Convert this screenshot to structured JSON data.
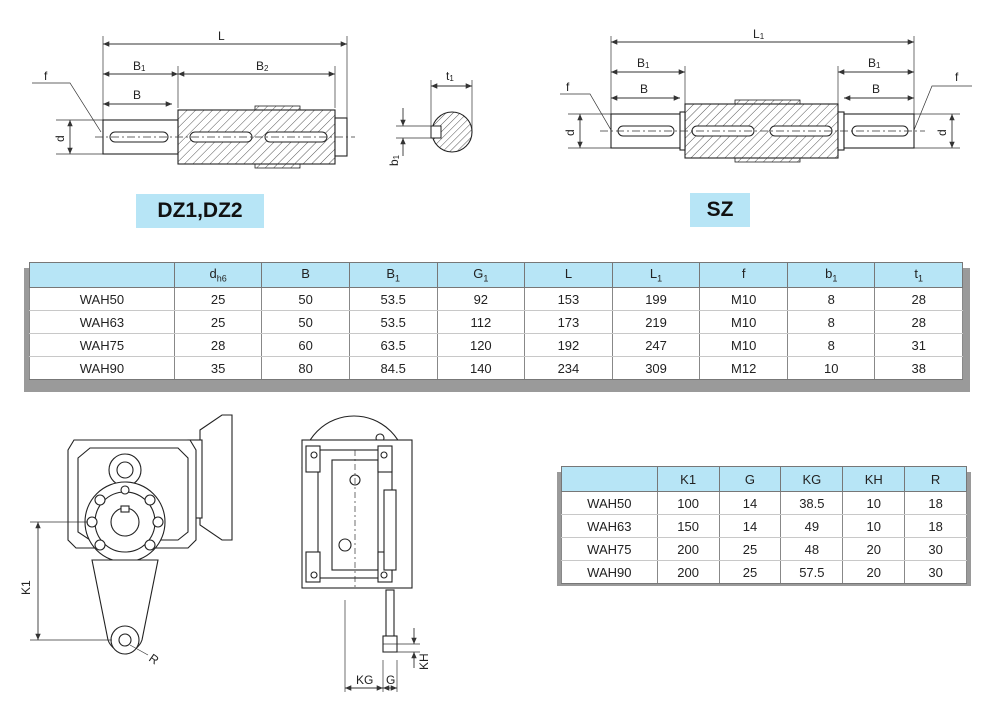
{
  "shaft_dims": {
    "L": "L",
    "L1": "L",
    "L1_sub": "1",
    "B": "B",
    "B1": "B",
    "B1_sub": "1",
    "B2": "B",
    "B2_sub": "2",
    "d": "d",
    "f": "f",
    "t1": "t",
    "t1_sub": "1",
    "b1": "b",
    "b1_sub": "1"
  },
  "labels": {
    "dz": "DZ1,DZ2",
    "sz": "SZ"
  },
  "colors": {
    "header_fill": "#b7e5f6",
    "hatch": "#555555",
    "shadow": "#9a9a9a"
  },
  "table1": {
    "headers": [
      {
        "t": "",
        "s": ""
      },
      {
        "t": "d",
        "s": "h6"
      },
      {
        "t": "B",
        "s": ""
      },
      {
        "t": "B",
        "s": "1"
      },
      {
        "t": "G",
        "s": "1"
      },
      {
        "t": "L",
        "s": ""
      },
      {
        "t": "L",
        "s": "1"
      },
      {
        "t": "f",
        "s": ""
      },
      {
        "t": "b",
        "s": "1"
      },
      {
        "t": "t",
        "s": "1"
      }
    ],
    "rows": [
      [
        "WAH50",
        "25",
        "50",
        "53.5",
        "92",
        "153",
        "199",
        "M10",
        "8",
        "28"
      ],
      [
        "WAH63",
        "25",
        "50",
        "53.5",
        "112",
        "173",
        "219",
        "M10",
        "8",
        "28"
      ],
      [
        "WAH75",
        "28",
        "60",
        "63.5",
        "120",
        "192",
        "247",
        "M10",
        "8",
        "31"
      ],
      [
        "WAH90",
        "35",
        "80",
        "84.5",
        "140",
        "234",
        "309",
        "M12",
        "10",
        "38"
      ]
    ]
  },
  "table2": {
    "headers": [
      "",
      "K1",
      "G",
      "KG",
      "KH",
      "R"
    ],
    "rows": [
      [
        "WAH50",
        "100",
        "14",
        "38.5",
        "10",
        "18"
      ],
      [
        "WAH63",
        "150",
        "14",
        "49",
        "10",
        "18"
      ],
      [
        "WAH75",
        "200",
        "25",
        "48",
        "20",
        "30"
      ],
      [
        "WAH90",
        "200",
        "25",
        "57.5",
        "20",
        "30"
      ]
    ]
  },
  "arm_dims": {
    "K1": "K1",
    "R": "R",
    "KG": "KG",
    "G": "G",
    "KH": "KH"
  }
}
